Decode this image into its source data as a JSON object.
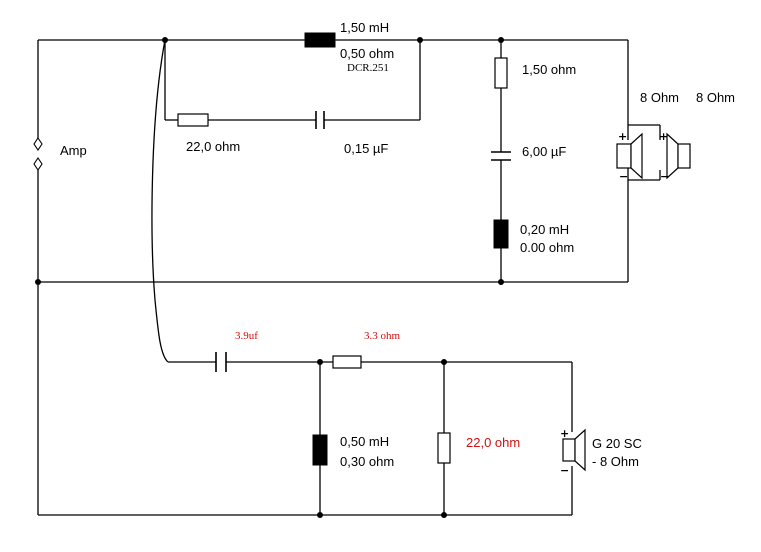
{
  "colors": {
    "wire": "#000000",
    "highlight": "#d01010"
  },
  "labels": {
    "amp": "Amp",
    "l1_value": "1,50 mH",
    "l1_dcr": "0,50 ohm",
    "l1_dcr_note": "DCR.251",
    "r_zobel": "22,0 ohm",
    "c_zobel": "0,15 µF",
    "r_tweeter": "1,50 ohm",
    "c_tweeter": "6,00 µF",
    "l_tweeter_value": "0,20 mH",
    "l_tweeter_dcr": "0.00 ohm",
    "spk1_imp": "8 Ohm",
    "spk2_imp": "8 Ohm",
    "c_woofer": "3.9uf",
    "r_series_woofer": "3.3 ohm",
    "l_woofer_value": "0,50 mH",
    "l_woofer_dcr": "0,30 ohm",
    "r_shunt_woofer": "22,0 ohm",
    "woofer_name": "G 20 SC",
    "woofer_imp": "- 8 Ohm",
    "plus": "+",
    "minus": "−"
  }
}
